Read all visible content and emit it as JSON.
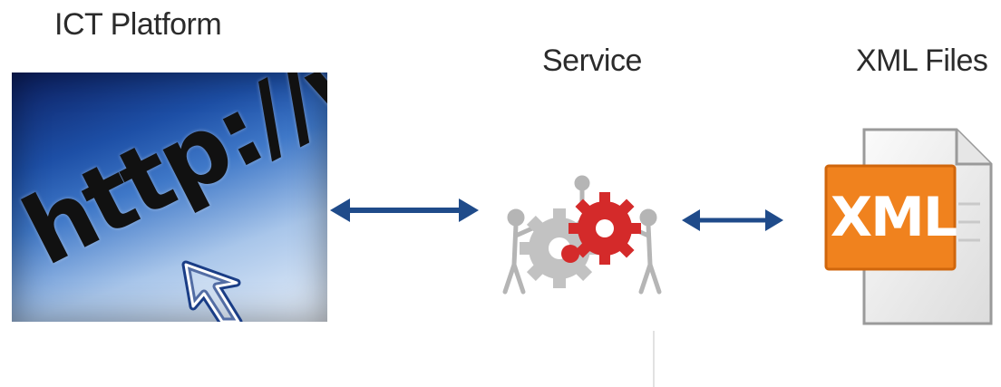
{
  "labels": {
    "ict_platform": "ICT Platform",
    "service": "Service",
    "xml_files": "XML Files"
  },
  "ict_image": {
    "url_text": "http://www",
    "icon": "browser-url-cursor-icon"
  },
  "service_icon": "gears-people-icon",
  "xml_icon": {
    "badge_text": "XML",
    "icon": "xml-file-icon",
    "badge_color": "#f0821e"
  },
  "arrows": [
    {
      "from": "ICT Platform",
      "to": "Service",
      "direction": "bidirectional"
    },
    {
      "from": "Service",
      "to": "XML Files",
      "direction": "bidirectional"
    }
  ],
  "colors": {
    "arrow": "#1f4b8a",
    "gear_red": "#d42a2a",
    "gear_gray": "#bdbdbd"
  }
}
